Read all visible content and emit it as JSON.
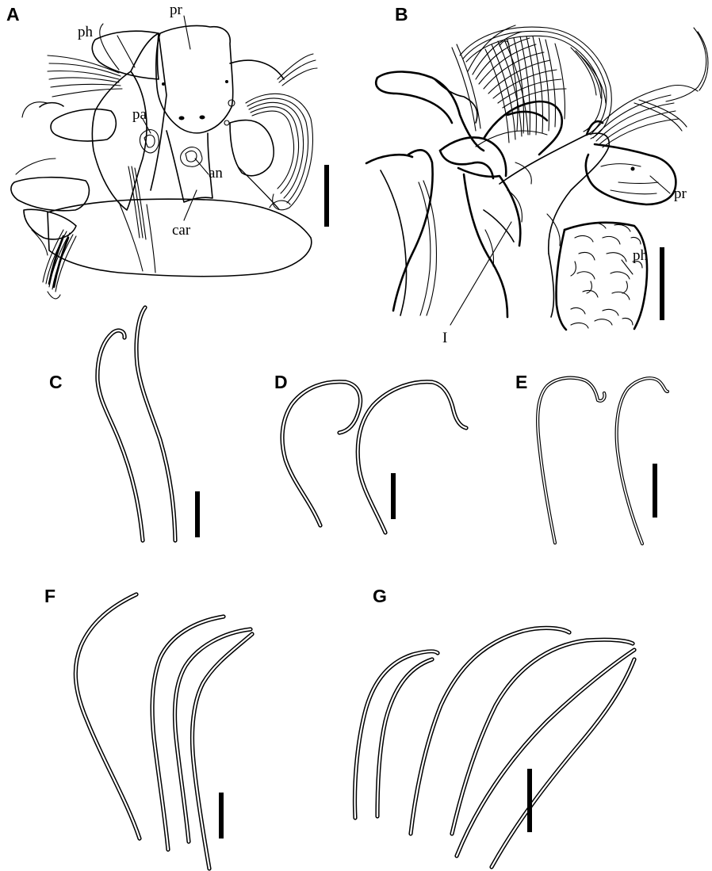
{
  "panels": [
    {
      "letter": "A",
      "labels": [
        "ph",
        "pr",
        "pa",
        "an",
        "car"
      ]
    },
    {
      "letter": "B",
      "labels": [
        "pr",
        "ph",
        "I"
      ]
    },
    {
      "letter": "C",
      "labels": []
    },
    {
      "letter": "D",
      "labels": []
    },
    {
      "letter": "E",
      "labels": []
    },
    {
      "letter": "F",
      "labels": []
    },
    {
      "letter": "G",
      "labels": []
    }
  ],
  "colors": {
    "line": "#000000",
    "background": "#ffffff"
  }
}
